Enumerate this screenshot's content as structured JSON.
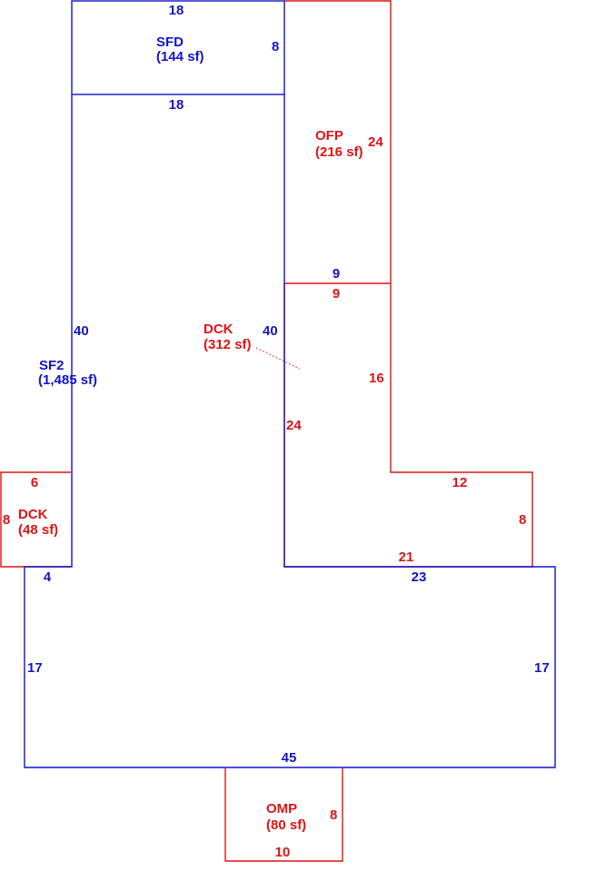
{
  "colors": {
    "living": "#1414c8",
    "exterior": "#dc1414"
  },
  "sfd": {
    "code": "SFD",
    "area": "(144 sf)",
    "dim_top": "18",
    "dim_right": "8",
    "dim_bottom": "18"
  },
  "ofp": {
    "code": "OFP",
    "area": "(216 sf)",
    "dim_side": "24",
    "dim_bottom": "9"
  },
  "sf2": {
    "code": "SF2",
    "area": "(1,485 sf)",
    "dim_left_upper": "40",
    "dim_right_upper": "40",
    "dim_step": "4",
    "dim_left_lower": "17",
    "dim_right_lower": "17",
    "dim_bottom": "45",
    "dim_top_right": "23"
  },
  "dck_main": {
    "code": "DCK",
    "area": "(312 sf)",
    "dim_top": "9",
    "dim_inner": "16",
    "dim_left": "24",
    "dim_ledge": "12",
    "dim_right": "8",
    "dim_bottom": "21"
  },
  "dck_small": {
    "code": "DCK",
    "area": "(48 sf)",
    "dim_top": "6",
    "dim_left": "8"
  },
  "omp": {
    "code": "OMP",
    "area": "(80 sf)",
    "dim_side": "8",
    "dim_bottom": "10"
  }
}
